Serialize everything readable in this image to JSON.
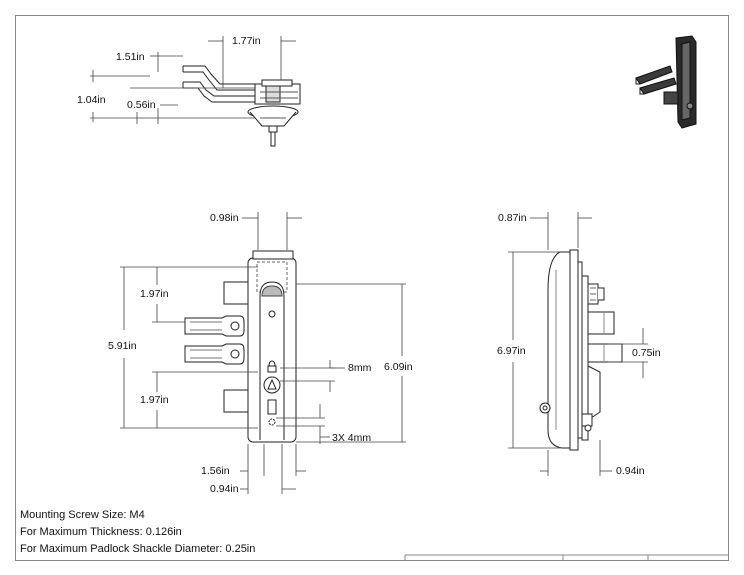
{
  "dimensions": {
    "top_view": {
      "d_177": "1.77in",
      "d_151": "1.51in",
      "d_104": "1.04in",
      "d_056": "0.56in"
    },
    "front_view": {
      "d_098": "0.98in",
      "d_197_upper": "1.97in",
      "d_591": "5.91in",
      "d_197_lower": "1.97in",
      "d_8mm": "8mm",
      "d_609": "6.09in",
      "d_3x4mm": "3X 4mm",
      "d_156": "1.56in",
      "d_094": "0.94in"
    },
    "side_view": {
      "d_087": "0.87in",
      "d_697": "6.97in",
      "d_075": "0.75in",
      "d_094": "0.94in"
    }
  },
  "notes": {
    "screw": "Mounting Screw Size: M4",
    "thickness": "For Maximum Thickness: 0.126in",
    "shackle": "For Maximum Padlock Shackle Diameter: 0.25in"
  }
}
